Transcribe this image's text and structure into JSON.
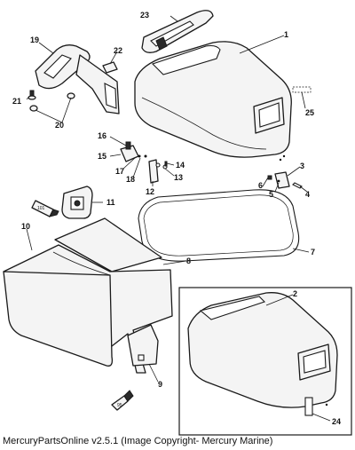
{
  "caption": "MercuryPartsOnline v2.5.1 (Image Copyright- Mercury Marine)",
  "callouts": {
    "c1": "1",
    "c2": "2",
    "c3": "3",
    "c4": "4",
    "c5": "5",
    "c6": "6",
    "c7": "7",
    "c8": "8",
    "c9": "9",
    "c10": "10",
    "c11": "11",
    "c12": "12",
    "c13": "13",
    "c14": "14",
    "c15": "15",
    "c16": "16",
    "c17": "17",
    "c18": "18",
    "c19": "19",
    "c20": "20",
    "c21": "21",
    "c22": "22",
    "c23": "23",
    "c24": "24",
    "c25": "25"
  },
  "tube_labels": {
    "upper": "101",
    "lower": "95"
  }
}
